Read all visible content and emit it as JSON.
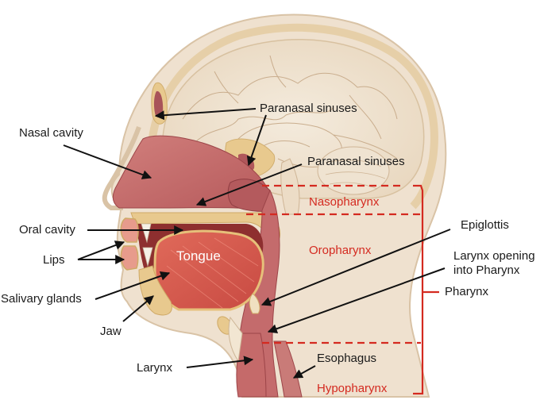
{
  "diagram": {
    "title": "Head and neck sagittal section – pharynx anatomy",
    "colors": {
      "skin": "#efe1cf",
      "skin_edge": "#d9c3a6",
      "brain": "#f1e6d6",
      "brain_lines": "#c9ad8d",
      "bone": "#e8c98e",
      "mucosa": "#c56a6a",
      "mucosa_dark": "#a3474a",
      "muscle": "#d9574a",
      "bracket_red": "#d42a20",
      "label_black": "#1a1a1a",
      "tongue_label": "#ffffff"
    },
    "labels": {
      "paranasal_sinuses_1": "Paranasal sinuses",
      "paranasal_sinuses_2": "Paranasal sinuses",
      "nasal_cavity": "Nasal cavity",
      "oral_cavity": "Oral cavity",
      "lips": "Lips",
      "salivary_glands": "Salivary glands",
      "jaw": "Jaw",
      "larynx": "Larynx",
      "tongue": "Tongue",
      "epiglottis": "Epiglottis",
      "larynx_opening_line1": "Larynx opening",
      "larynx_opening_line2": "into Pharynx",
      "esophagus": "Esophagus"
    },
    "pharynx_regions": {
      "nasopharynx": "Nasopharynx",
      "oropharynx": "Oropharynx",
      "hypopharynx": "Hypopharynx",
      "pharynx": "Pharynx"
    }
  }
}
